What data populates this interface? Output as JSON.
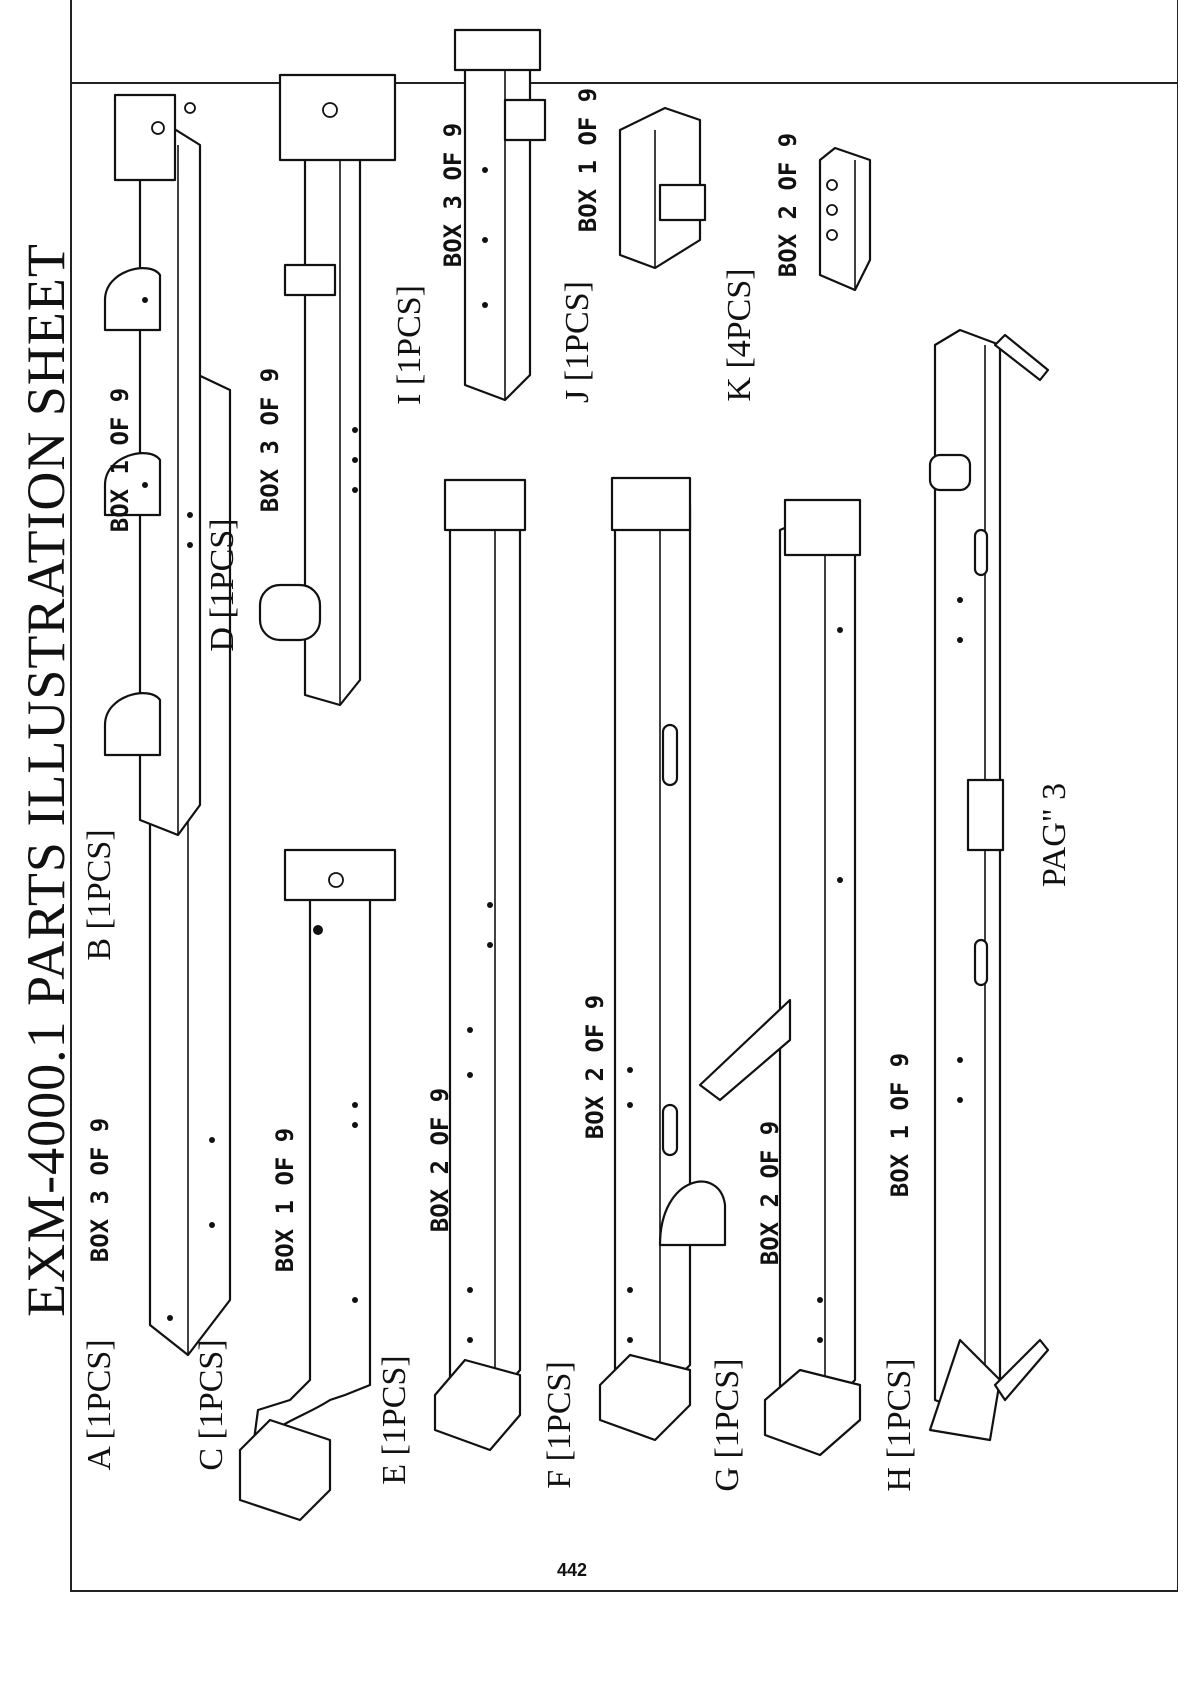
{
  "document": {
    "title": "EXM-4000.1     PARTS ILLUSTRATION SHEET",
    "page_label": "PAG\" 3",
    "page_number": "442"
  },
  "parts": {
    "A": {
      "label": "A [1PCS]",
      "box": "BOX 3 OF 9"
    },
    "B": {
      "label": "B [1PCS]",
      "box": "BOX 1 OF 9"
    },
    "C": {
      "label": "C [1PCS]",
      "box": "BOX 1 OF 9"
    },
    "D": {
      "label": "D [1PCS]",
      "box": "BOX 3 OF 9"
    },
    "E": {
      "label": "E [1PCS]",
      "box": "BOX 2 OF 9"
    },
    "F": {
      "label": "F [1PCS]",
      "box": "BOX 2 OF 9"
    },
    "G": {
      "label": "G [1PCS]",
      "box": "BOX 2 OF 9"
    },
    "H": {
      "label": "H [1PCS]",
      "box": "BOX 1 OF 9"
    },
    "I": {
      "label": "I [1PCS]",
      "box": "BOX 3 OF 9"
    },
    "J": {
      "label": "J [1PCS]",
      "box": "BOX 1 OF 9"
    },
    "K": {
      "label": "K [4PCS]",
      "box": "BOX 2 OF 9"
    }
  }
}
